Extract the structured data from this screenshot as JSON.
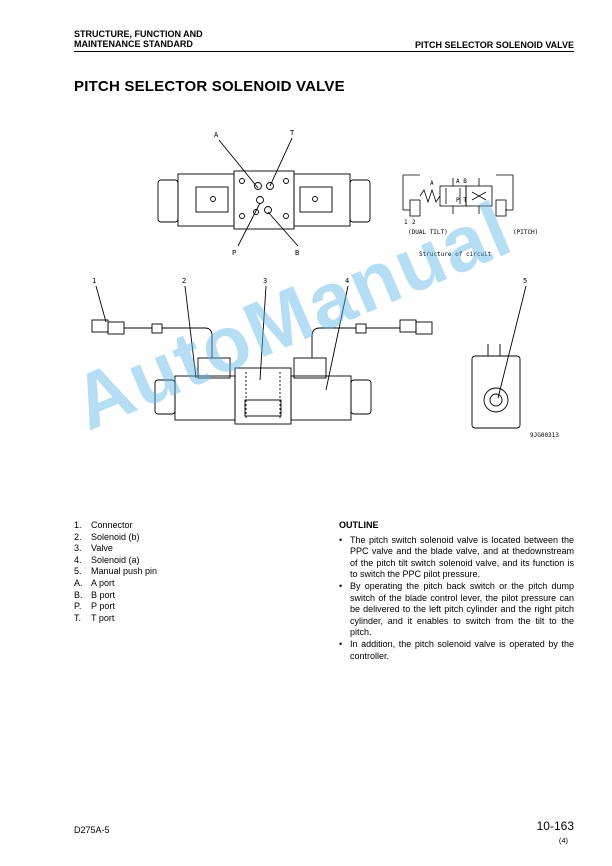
{
  "header": {
    "left_line1": "STRUCTURE, FUNCTION AND",
    "left_line2": "MAINTENANCE STANDARD",
    "right": "PITCH SELECTOR SOLENOID VALVE"
  },
  "title": "PITCH SELECTOR SOLENOID VALVE",
  "figure": {
    "labels": {
      "a": "A",
      "t": "T",
      "p": "P",
      "b": "B"
    },
    "callouts": [
      "1",
      "2",
      "3",
      "4",
      "5"
    ],
    "circuit_a": "A",
    "circuit_b": "A B",
    "circuit_pt": "P T",
    "dual_tilt": "(DUAL TILT)",
    "pitch": "(PITCH)",
    "num1": "1",
    "num2": "2",
    "caption": "Structure of circuit",
    "drawing_no": "9JG00313"
  },
  "watermark": "AutoManual",
  "parts": [
    {
      "key": "1.",
      "label": "Connector"
    },
    {
      "key": "2.",
      "label": "Solenoid (b)"
    },
    {
      "key": "3.",
      "label": "Valve"
    },
    {
      "key": "4.",
      "label": "Solenoid (a)"
    },
    {
      "key": "5.",
      "label": "Manual push pin"
    },
    {
      "key": "A.",
      "label": "A port"
    },
    {
      "key": "B.",
      "label": "B port"
    },
    {
      "key": "P.",
      "label": "P port"
    },
    {
      "key": "T.",
      "label": "T port"
    }
  ],
  "outline": {
    "heading": "OUTLINE",
    "bullet": "•",
    "items": [
      "The pitch switch solenoid valve is located between the PPC valve and the blade valve, and at thedownstream of the pitch tilt switch solenoid valve, and its function is to switch the PPC pilot pressure.",
      "By operating the pitch back switch or the pitch dump switch of the blade control lever, the pilot pressure can be delivered to the left pitch cylinder and the right pitch cylinder, and it enables to switch from the tilt to the pitch.",
      "In addition, the pitch solenoid valve is operated by the controller."
    ]
  },
  "footer": {
    "model": "D275A-5",
    "page": "10-163",
    "rev": "(4)"
  }
}
